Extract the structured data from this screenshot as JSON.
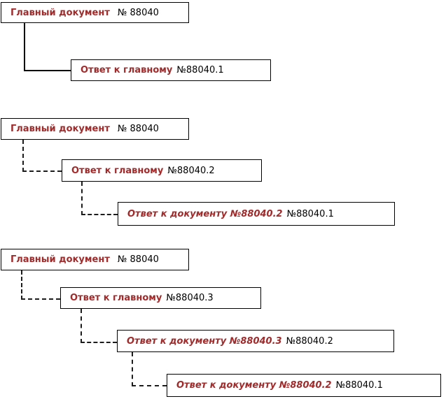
{
  "colors": {
    "accent_red": "#a12a2b",
    "line_color": "#1c1c1c",
    "box_border": "#000000",
    "background": "#ffffff"
  },
  "trees": [
    {
      "connector_style": "solid",
      "nodes": [
        {
          "title": "Главный документ",
          "number": "№ 88040",
          "style": "bold"
        },
        {
          "title": "Ответ к главному",
          "number": "№88040.1",
          "style": "bold"
        }
      ]
    },
    {
      "connector_style": "dashed",
      "nodes": [
        {
          "title": "Главный документ",
          "number": "№ 88040",
          "style": "bold"
        },
        {
          "title": "Ответ к главному",
          "number": "№88040.2",
          "style": "bold"
        },
        {
          "title": "Ответ к документу №88040.2",
          "number": "№88040.1",
          "style": "bold-italic"
        }
      ]
    },
    {
      "connector_style": "dashed",
      "nodes": [
        {
          "title": "Главный документ",
          "number": "№ 88040",
          "style": "bold"
        },
        {
          "title": "Ответ к главному",
          "number": "№88040.3",
          "style": "bold"
        },
        {
          "title": "Ответ к документу №88040.3",
          "number": "№88040.2",
          "style": "bold-italic"
        },
        {
          "title": "Ответ к документу №88040.2",
          "number": "№88040.1",
          "style": "bold-italic"
        }
      ]
    }
  ]
}
